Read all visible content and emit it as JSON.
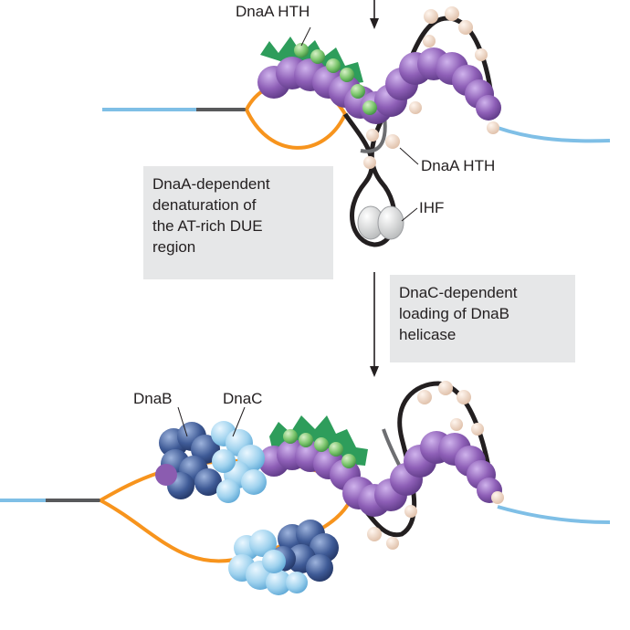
{
  "labels": {
    "top_hth": "DnaA HTH",
    "side_hth": "DnaA HTH",
    "ihf": "IHF",
    "dnab": "DnaB",
    "dnac": "DnaC"
  },
  "boxes": {
    "denaturation": [
      "DnaA-dependent",
      "denaturation of",
      "the AT-rich DUE",
      "region"
    ],
    "loading": [
      "DnaC-dependent",
      "loading of DnaB",
      "helicase"
    ]
  },
  "colors": {
    "dna": "#7fbfe6",
    "dna_dark": "#58595b",
    "ssdna": "#f7941d",
    "dnaa": "#8b5cb0",
    "dnaa_light": "#b79ad6",
    "hth_green": "#2e9d5b",
    "hth_ball": "#7cc26b",
    "ihf": "#c9cbcc",
    "beige": "#f3dccb",
    "dnab": "#3e5a96",
    "dnac": "#9fd2ee",
    "box_bg": "#e6e7e8"
  }
}
